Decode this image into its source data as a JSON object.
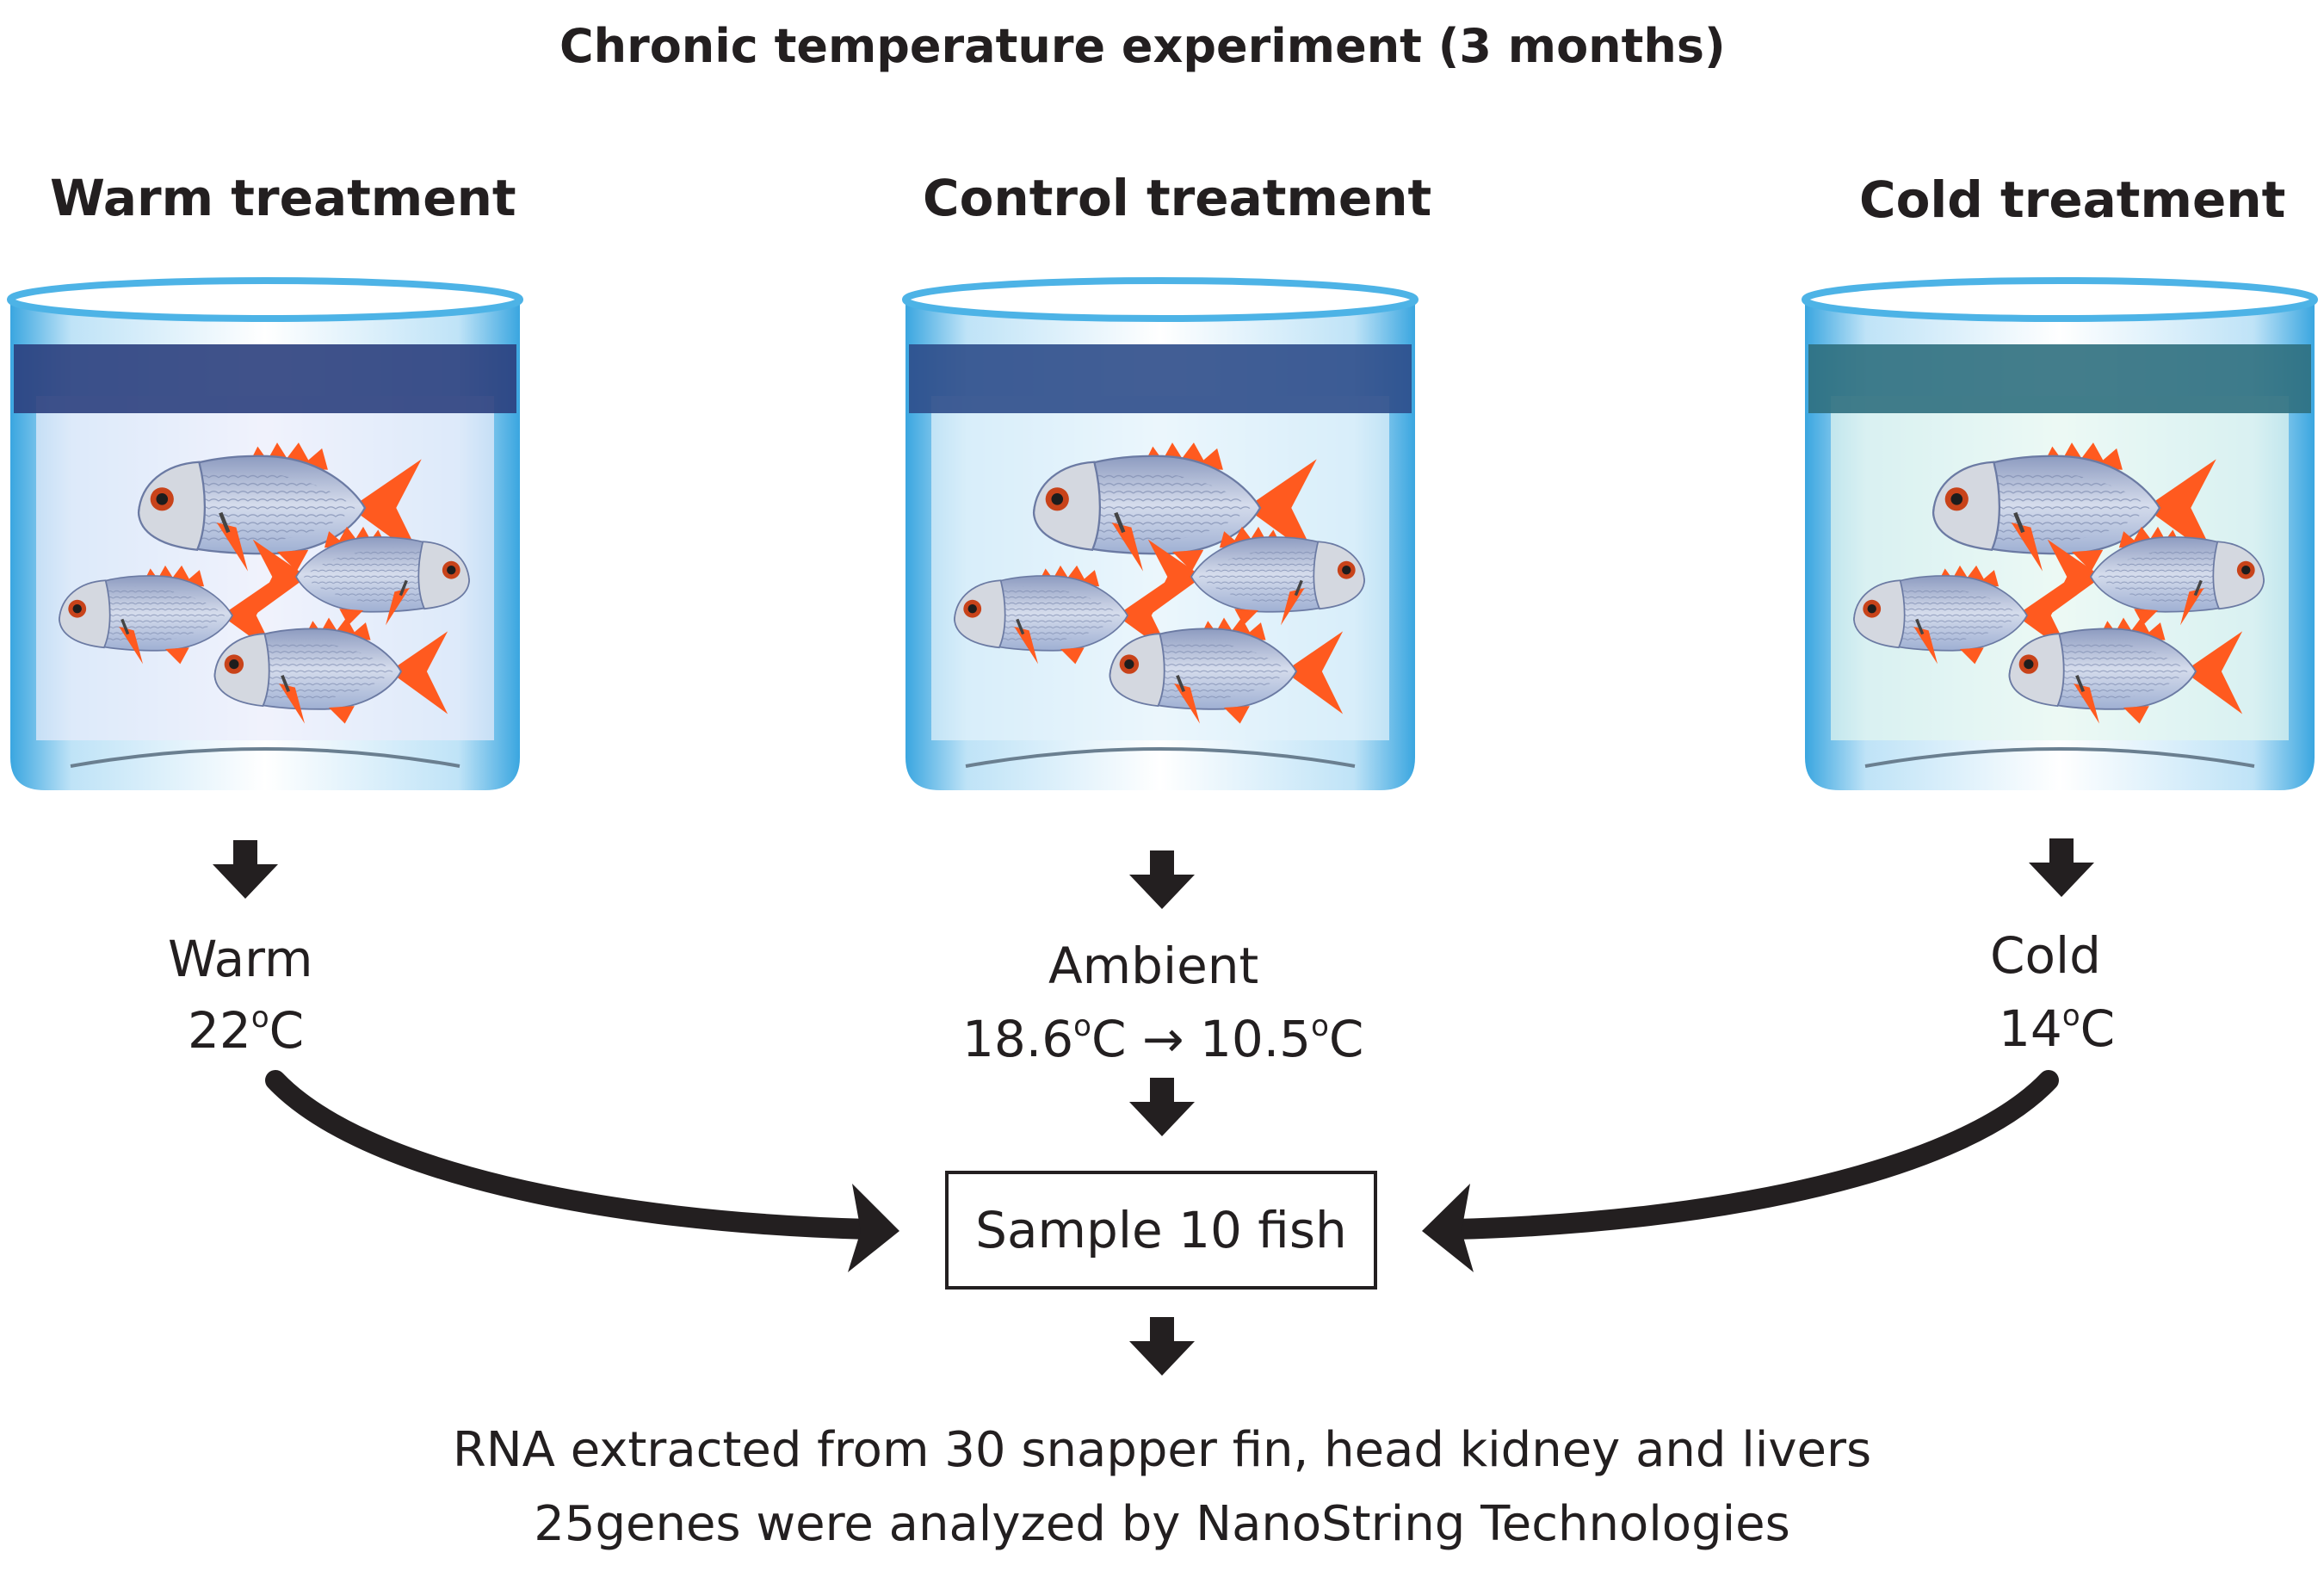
{
  "title": "Chronic temperature experiment (3 months)",
  "treatments": [
    {
      "heading": "Warm treatment",
      "label": "Warm",
      "temp_value": "22",
      "temp_sup": "o",
      "temp_unit": "C",
      "water_color": "#2b3f7d",
      "tint": "#e9ecfb"
    },
    {
      "heading": "Control treatment",
      "label": "Ambient",
      "temp_value": "18.6",
      "temp_sup": "o",
      "temp_unit": "C",
      "arrow": "→",
      "temp2_value": "10.5",
      "temp2_sup": "o",
      "temp2_unit": "C",
      "water_color": "#2e4d8a",
      "tint": "#e3f2fb"
    },
    {
      "heading": "Cold treatment",
      "label": "Cold",
      "temp_value": "14",
      "temp_sup": "o",
      "temp_unit": "C",
      "water_color": "#2f6f7e",
      "tint": "#e4f6f0"
    }
  ],
  "sample_box": "Sample 10 fish",
  "footer": [
    "RNA extracted from 30 snapper fin, head kidney and livers",
    "25genes were analyzed by NanoString Technologies"
  ],
  "colors": {
    "tank_rim": "#4db3e6",
    "fish_fin": "#ff5a1f",
    "fish_body": "#b7c1d9",
    "arrow": "#231f20"
  }
}
